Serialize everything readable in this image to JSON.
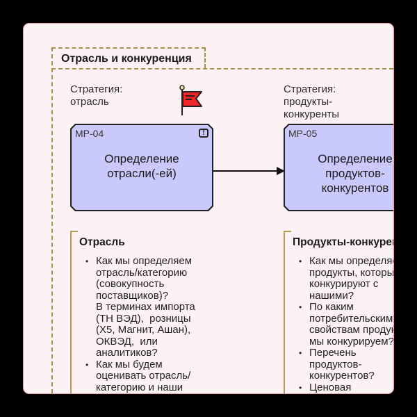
{
  "group": {
    "title": "Отрасль и конкуренция"
  },
  "columns": [
    {
      "strategy": "Стратегия:\nотрасль",
      "box": {
        "id": "MP-04",
        "title": "Определение\nотрасли(-ей)",
        "has_alert": true
      },
      "note": {
        "title": "Отрасль",
        "items": [
          "Как мы определяем\nотрасль/категорию\n(совокупность\nпоставщиков)?\nВ терминах импорта\n(ТН ВЭД),  розницы\n(Х5, Магнит, Ашан),\nОКВЭД,  или\nаналитиков?",
          "Как мы будем\nоценивать отрасль/\nкатегорию и наши\nрезультаты?"
        ]
      }
    },
    {
      "strategy": "Стратегия:\nпродукты-\nконкуренты",
      "box": {
        "id": "MP-05",
        "title": "Определение\nпродуктов-\nконкурентов"
      },
      "note": {
        "title": "Продукты-конкуренты",
        "items": [
          "Как мы определяем\nпродукты, которые\nконкурируют с\nнашими?",
          "По каким\nпотребительским\nсвойствам продуктов\nмы конкурируем?",
          "Перечень\nпродуктов-\nконкурентов?",
          "Ценовая\nконкуренция"
        ]
      }
    }
  ],
  "colors": {
    "box_fill": "#c9c9fb",
    "flag": "#f0262a",
    "frame": "#a58f4a",
    "background": "#fdf2f3"
  },
  "icons": {
    "flag": "red-flag-icon",
    "alert": "exclamation-icon"
  }
}
